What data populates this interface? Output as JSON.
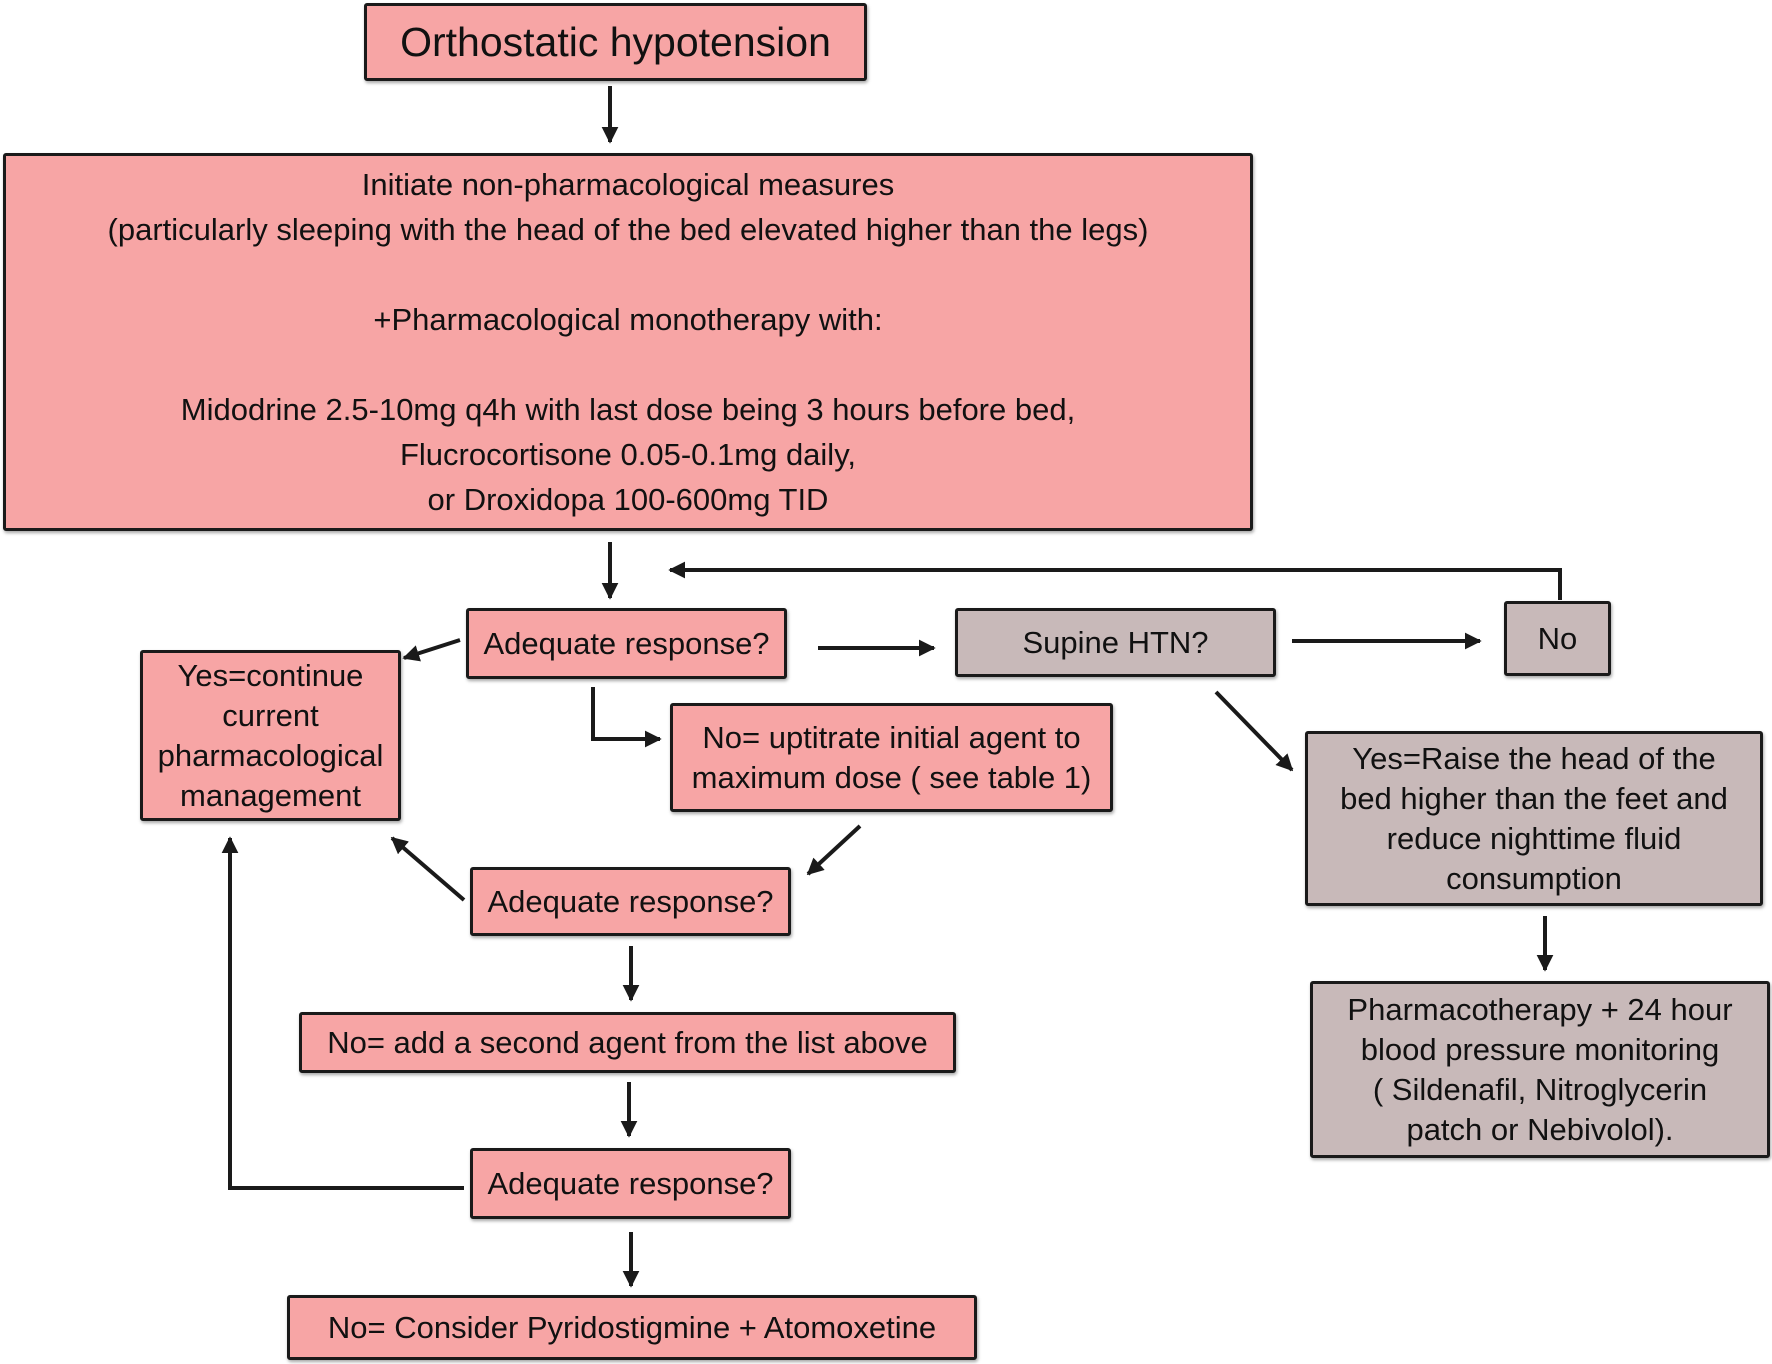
{
  "colors": {
    "pink": "#f7a5a5",
    "grey": "#c8b9b9",
    "line": "#1a1a1a"
  },
  "nodes": {
    "title": "Orthostatic hypotension",
    "initial": {
      "l1": "Initiate non-pharmacological measures",
      "l2": "(particularly sleeping with the head of the bed elevated higher than the legs)",
      "l3": "+Pharmacological monotherapy with:",
      "l4": "Midodrine 2.5-10mg q4h with last dose being 3 hours before bed,",
      "l5": "Flucrocortisone 0.05-0.1mg daily,",
      "l6": "or Droxidopa 100-600mg TID"
    },
    "adequate_1": "Adequate response?",
    "supine_htn": "Supine HTN?",
    "no_box": "No",
    "yes_continue": {
      "l1": "Yes=continue",
      "l2": "current",
      "l3": "pharmacological",
      "l4": "management"
    },
    "uptitrate": {
      "l1": "No= uptitrate  initial agent to",
      "l2": "maximum dose ( see table 1)"
    },
    "yes_raise": {
      "l1": "Yes=Raise the head of the",
      "l2": "bed higher than the feet and",
      "l3": "reduce nighttime fluid",
      "l4": "consumption"
    },
    "adequate_2": "Adequate response?",
    "pharmacotherapy": {
      "l1": "Pharmacotherapy + 24 hour",
      "l2": "blood pressure monitoring",
      "l3": "( Sildenafil, Nitroglycerin",
      "l4": "patch or Nebivolol)."
    },
    "second_agent": "No= add a second agent from the list above",
    "adequate_3": "Adequate response?",
    "consider": "No= Consider Pyridostigmine + Atomoxetine"
  }
}
